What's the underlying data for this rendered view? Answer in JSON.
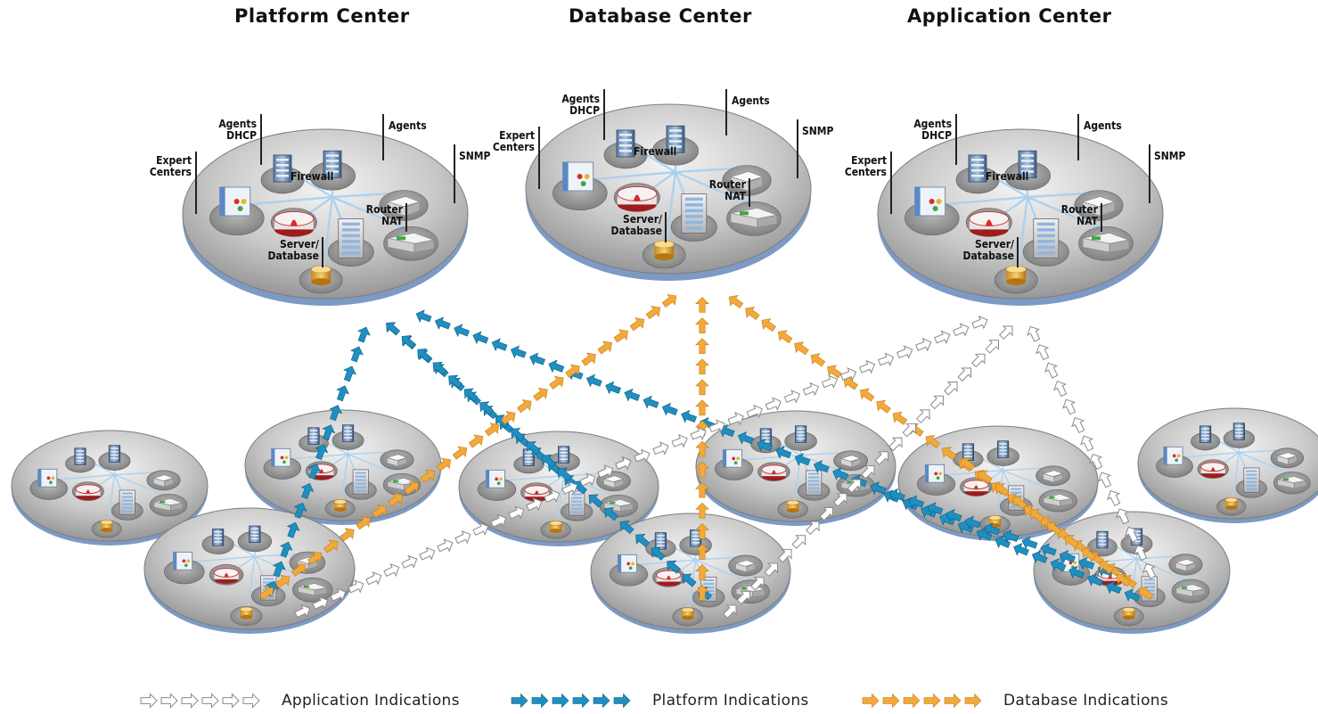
{
  "titles": {
    "platform": "Platform Center",
    "database": "Database Center",
    "application": "Application Center"
  },
  "center_labels": {
    "agents_dhcp_1": "Agents",
    "agents_dhcp_2": "DHCP",
    "agents": "Agents",
    "snmp": "SNMP",
    "expert_1": "Expert",
    "expert_2": "Centers",
    "firewall": "Firewall",
    "router_1": "Router",
    "router_2": "NAT",
    "server_1": "Server/",
    "server_2": "Database"
  },
  "legend": {
    "application": "Application Indications",
    "platform": "Platform Indications",
    "database": "Database Indications"
  },
  "colors": {
    "platform_arrow": "#1e8fc0",
    "database_arrow": "#f2a93b",
    "application_arrow": "#ffffff",
    "application_arrow_stroke": "#8a8a8a"
  }
}
